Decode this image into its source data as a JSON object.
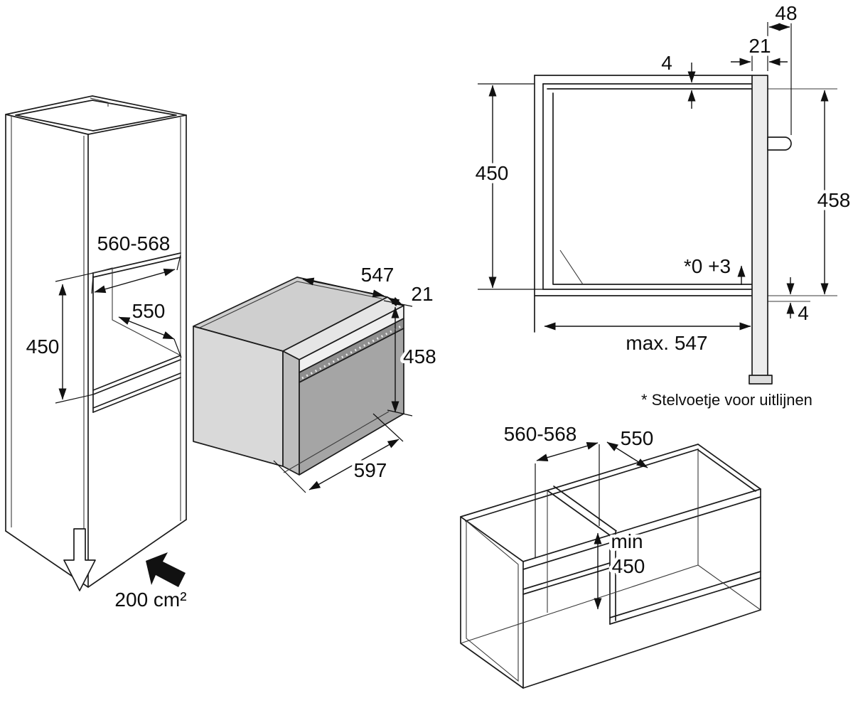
{
  "tall_cabinet": {
    "niche_width": "560-568",
    "niche_depth": "550",
    "niche_height": "450",
    "vent_area": "200 cm²"
  },
  "oven": {
    "depth": "547",
    "door_offset": "21",
    "height": "458",
    "width": "597"
  },
  "section": {
    "top_gap": "4",
    "niche_height": "450",
    "handle_total": "48",
    "door_thickness": "21",
    "front_height": "458",
    "bottom_tolerance": "*0 +3",
    "max_depth": "max. 547",
    "bottom_gap": "4",
    "footnote": "* Stelvoetje voor uitlijnen"
  },
  "base_cabinet": {
    "niche_width": "560-568",
    "depth": "550",
    "min_label": "min",
    "min_height": "450"
  },
  "colors": {
    "line": "#1c1c1c",
    "oven_top": "#cfcfcf",
    "oven_side": "#d9d9d9",
    "oven_door": "#a5a5a5",
    "door_band": "#8f8f8f",
    "door_sliver": "#bdbdbd",
    "frame_strip": "#f0f0f0",
    "door_top": "#e5e5e5",
    "section_door": "#ececec",
    "arrow_black": "#111111"
  }
}
